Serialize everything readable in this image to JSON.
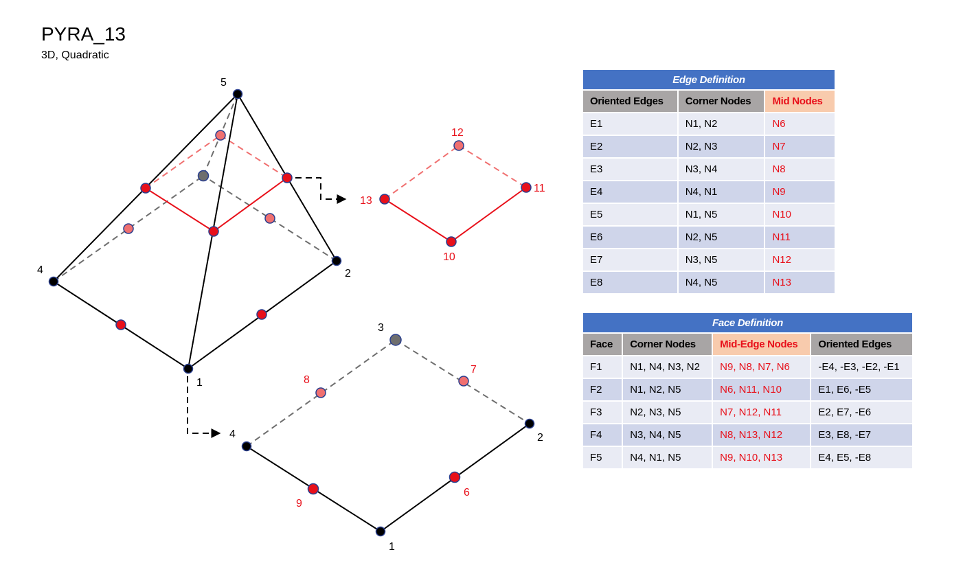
{
  "header": {
    "title": "PYRA_13",
    "subtitle": "3D, Quadratic"
  },
  "labels": {
    "pyr": {
      "n1": "1",
      "n2": "2",
      "n4": "4",
      "n5": "5"
    },
    "mid": {
      "n10": "10",
      "n11": "11",
      "n12": "12",
      "n13": "13"
    },
    "base": {
      "n1": "1",
      "n2": "2",
      "n3": "3",
      "n4": "4",
      "n6": "6",
      "n7": "7",
      "n8": "8",
      "n9": "9"
    }
  },
  "edge_table": {
    "caption": "Edge Definition",
    "headers": [
      "Oriented Edges",
      "Corner Nodes",
      "Mid Nodes"
    ],
    "rows": [
      [
        "E1",
        "N1, N2",
        "N6"
      ],
      [
        "E2",
        "N2, N3",
        "N7"
      ],
      [
        "E3",
        "N3, N4",
        "N8"
      ],
      [
        "E4",
        "N4, N1",
        "N9"
      ],
      [
        "E5",
        "N1, N5",
        "N10"
      ],
      [
        "E6",
        "N2, N5",
        "N11"
      ],
      [
        "E7",
        "N3, N5",
        "N12"
      ],
      [
        "E8",
        "N4, N5",
        "N13"
      ]
    ]
  },
  "face_table": {
    "caption": "Face Definition",
    "headers": [
      "Face",
      "Corner Nodes",
      "Mid-Edge Nodes",
      "Oriented Edges"
    ],
    "rows": [
      [
        "F1",
        "N1, N4, N3, N2",
        "N9, N8, N7, N6",
        "-E4, -E3, -E2, -E1"
      ],
      [
        "F2",
        "N1, N2, N5",
        "N6, N11, N10",
        "E1, E6, -E5"
      ],
      [
        "F3",
        "N2, N3, N5",
        "N7, N12, N11",
        "E2, E7, -E6"
      ],
      [
        "F4",
        "N3, N4, N5",
        "N8, N13, N12",
        "E3, E8, -E7"
      ],
      [
        "F5",
        "N4, N1, N5",
        "N9, N10, N13",
        "E4, E5, -E8"
      ]
    ]
  },
  "colors": {
    "red_node": "#e8101a",
    "light_red_node": "#f07070",
    "black_node": "#000000",
    "gray_node": "#6e6e6e",
    "node_stroke": "#2a3f8f",
    "table_caption": "#4472c4",
    "table_header": "#a8a5a5",
    "mid_header": "#f8cbad",
    "row_light": "#e9ebf4",
    "row_dark": "#cfd5ea"
  }
}
